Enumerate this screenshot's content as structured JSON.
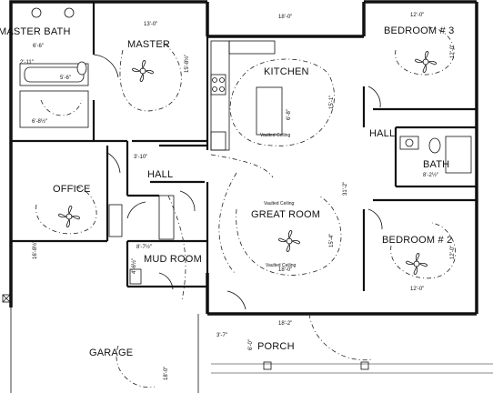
{
  "rooms": {
    "master_bath": "MASTER BATH",
    "master": "MASTER",
    "kitchen": "KITCHEN",
    "bedroom3": "BEDROOM # 3",
    "hall_left": "HALL",
    "hall_right": "HALL",
    "bath": "BATH",
    "office": "OFFICE",
    "great_room": "GREAT ROOM",
    "bedroom2": "BEDROOM # 2",
    "mud_room": "MUD ROOM",
    "garage": "GARAGE",
    "porch": "PORCH"
  },
  "dimensions": {
    "master_width": "13'-0\"",
    "kitchen_top": "18'-0\"",
    "bedroom3_width": "12'-0\"",
    "bedroom2_width": "12'-0\"",
    "great_room_width": "18'-0\"",
    "porch_width": "18'-2\"",
    "great_room_depth": "31'-2\"",
    "bedroom3_depth": "12'-0\"",
    "bedroom2_depth": "12'-0\"",
    "master_depth": "15'-8½\"",
    "kitchen_depth": "15'-1\"",
    "great_room_depth2": "15'-4\"",
    "office_depth": "16'-8½\"",
    "bath_5_6": "5'-6\"",
    "bath_2_11": "2'-11\"",
    "bath_6_8": "6'-8½\"",
    "bath_6_6": "6'-6\"",
    "island": "6'-8\"",
    "porch_left": "3'-7\"",
    "porch_depth": "6'-0\"",
    "mud_8_7": "8'-7½\"",
    "mud_4_6": "4'-6½\"",
    "hall_3_10": "3'-10\"",
    "bath_8_2": "8'-2½\"",
    "garage_depth": "18'-0\""
  },
  "notes": {
    "ceiling1": "Vaulted Ceiling",
    "ceiling2": "Vaulted Ceiling",
    "ceiling3": "Vaulted Ceiling"
  }
}
